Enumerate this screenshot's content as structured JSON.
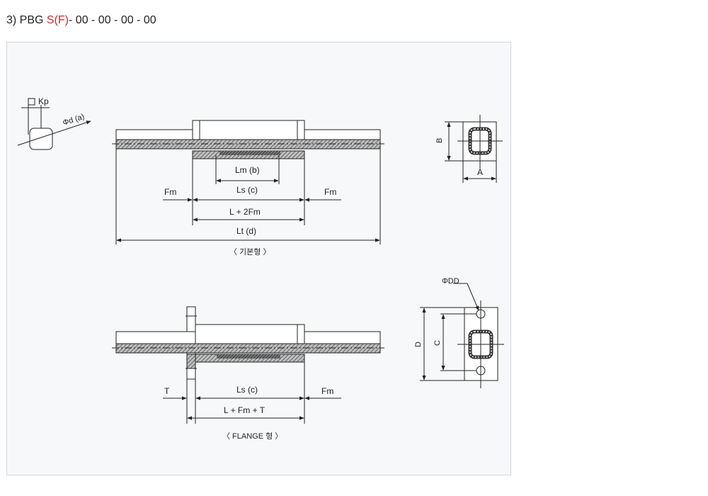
{
  "heading": {
    "prefix": "3) PBG ",
    "highlight": "S(F)",
    "suffix": "- 00 - 00 - 00 - 00",
    "highlight_color": "#c0302a"
  },
  "diagram": {
    "basic": {
      "kp": "Kp",
      "phi_d": "Φd (a)",
      "lm": "Lm (b)",
      "ls": "Ls (c)",
      "fm_left": "Fm",
      "fm_right": "Fm",
      "l2fm": "L + 2Fm",
      "lt": "Lt (d)",
      "caption": "〈 기본형 〉",
      "b": "B",
      "a": "A"
    },
    "flange": {
      "t": "T",
      "ls": "Ls (c)",
      "fm": "Fm",
      "lfmt": "L + Fm + T",
      "caption": "〈 FLANGE 형 〉",
      "dd": "ΦDD",
      "c": "C",
      "d": "D"
    }
  }
}
